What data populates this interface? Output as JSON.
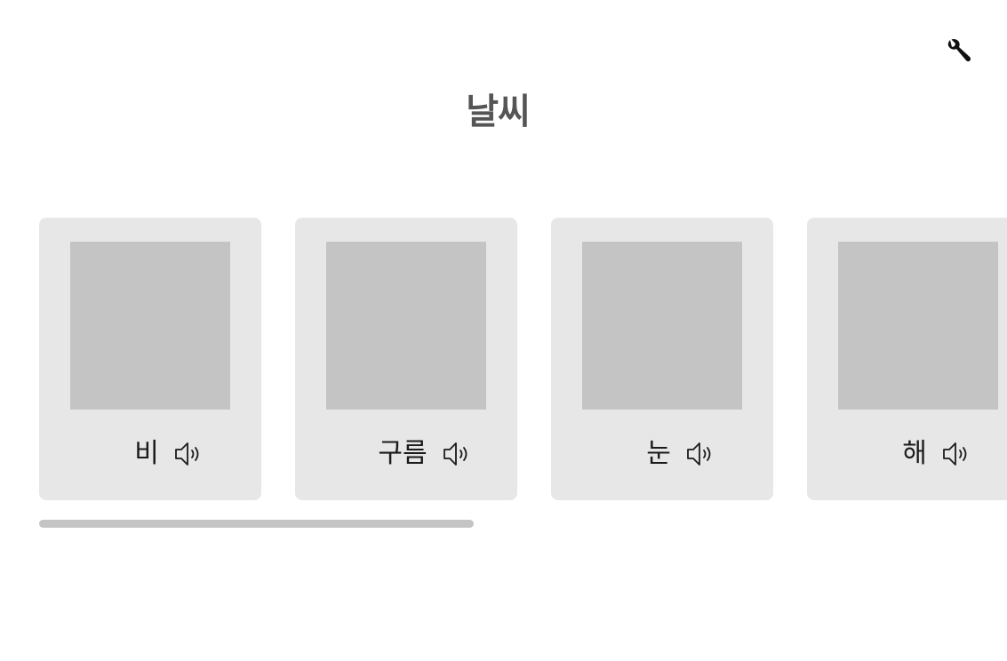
{
  "header": {
    "title": "날씨",
    "settings_icon": "wrench-icon"
  },
  "cards": [
    {
      "word": "비",
      "speaker_icon": "speaker-icon"
    },
    {
      "word": "구름",
      "speaker_icon": "speaker-icon"
    },
    {
      "word": "눈",
      "speaker_icon": "speaker-icon"
    },
    {
      "word": "해",
      "speaker_icon": "speaker-icon"
    }
  ],
  "colors": {
    "title": "#555555",
    "card_background": "#e7e7e7",
    "image_placeholder": "#c4c4c4",
    "scrollbar": "#c4c4c4"
  }
}
